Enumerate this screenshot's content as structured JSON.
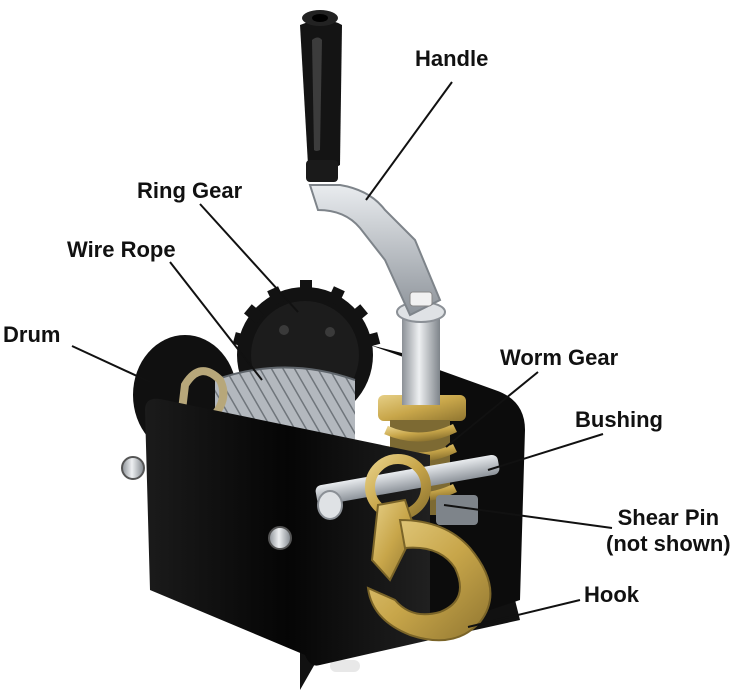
{
  "labels": {
    "handle": "Handle",
    "ring_gear": "Ring Gear",
    "wire_rope": "Wire Rope",
    "drum": "Drum",
    "worm_gear": "Worm Gear",
    "bushing": "Bushing",
    "shear_pin_line1": "Shear Pin",
    "shear_pin_line2": "(not shown)",
    "hook": "Hook"
  },
  "colors": {
    "frame": "#0d0d0d",
    "steel": "#c9cdd2",
    "steel_dark": "#8b9096",
    "gold": "#c8a64a",
    "cable": "#9aa0a6",
    "leader": "#111111"
  }
}
